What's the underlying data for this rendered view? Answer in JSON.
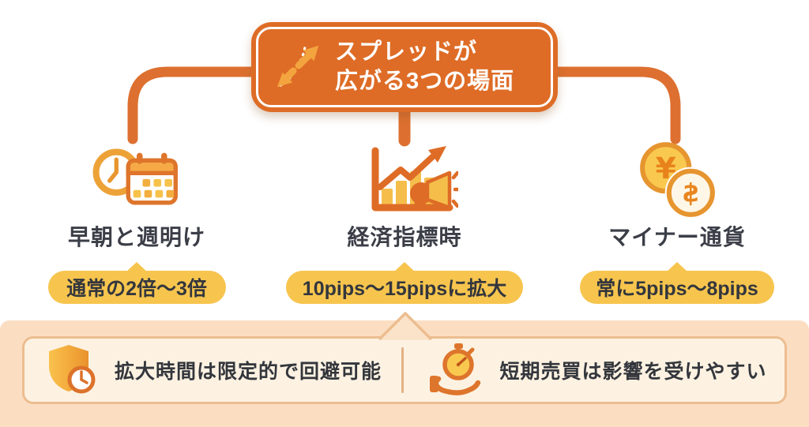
{
  "title": {
    "line1": "スプレッドが",
    "line2": "広がる3つの場面"
  },
  "branches": [
    {
      "icon": "clock-calendar-icon",
      "label": "早朝と週明け",
      "badge": "通常の2倍〜3倍"
    },
    {
      "icon": "chart-megaphone-icon",
      "label": "経済指標時",
      "badge": "10pips〜15pipsに拡大"
    },
    {
      "icon": "currency-coins-icon",
      "label": "マイナー通貨",
      "badge": "常に5pips〜8pips",
      "coin_yen": "¥",
      "coin_dollar": "$"
    }
  ],
  "notes": [
    {
      "icon": "shield-clock-icon",
      "text": "拡大時間は限定的で回避可能"
    },
    {
      "icon": "hand-stopwatch-icon",
      "text": "短期売買は影響を受けやすい"
    }
  ],
  "colors": {
    "orange": "#DE6C26",
    "arrow_amber": "#F3A43E",
    "badge_yellow": "#F7C54E",
    "band_peach": "#FBDEC2",
    "panel_cream": "#FDF2E2",
    "panel_border": "#ECBD90",
    "text_dark": "#33363D"
  }
}
